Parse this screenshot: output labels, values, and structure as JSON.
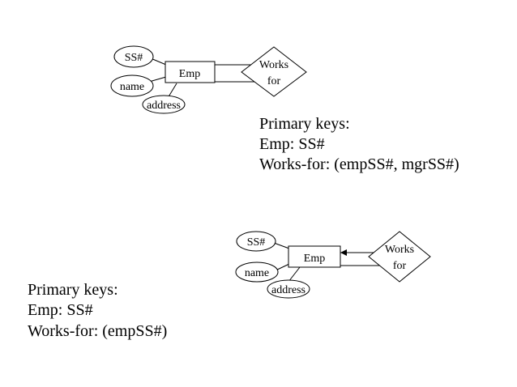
{
  "diagram1": {
    "entity": "Emp",
    "attributes": [
      "SS#",
      "name",
      "address"
    ],
    "relationship_line1": "Works",
    "relationship_line2": "for",
    "notes": [
      "Primary keys:",
      "Emp:  SS#",
      "Works-for:  (empSS#, mgrSS#)"
    ]
  },
  "diagram2": {
    "entity": "Emp",
    "attributes": [
      "SS#",
      "name",
      "address"
    ],
    "relationship_line1": "Works",
    "relationship_line2": "for",
    "notes": [
      "Primary keys:",
      "Emp:  SS#",
      "Works-for:  (empSS#)"
    ]
  }
}
